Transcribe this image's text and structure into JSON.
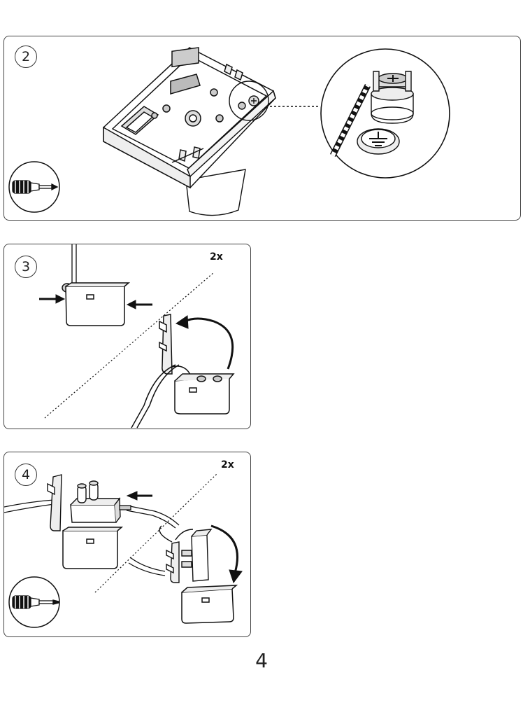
{
  "steps": [
    {
      "number": "2",
      "multiplier": "",
      "tool": "phillips-screwdriver"
    },
    {
      "number": "3",
      "multiplier": "2x",
      "tool": ""
    },
    {
      "number": "4",
      "multiplier": "2x",
      "tool": "flat-screwdriver"
    }
  ],
  "page_number": "4",
  "colors": {
    "line": "#111111",
    "frame": "#444444",
    "fill_light": "#eeeeee",
    "fill_mid": "#cccccc"
  }
}
